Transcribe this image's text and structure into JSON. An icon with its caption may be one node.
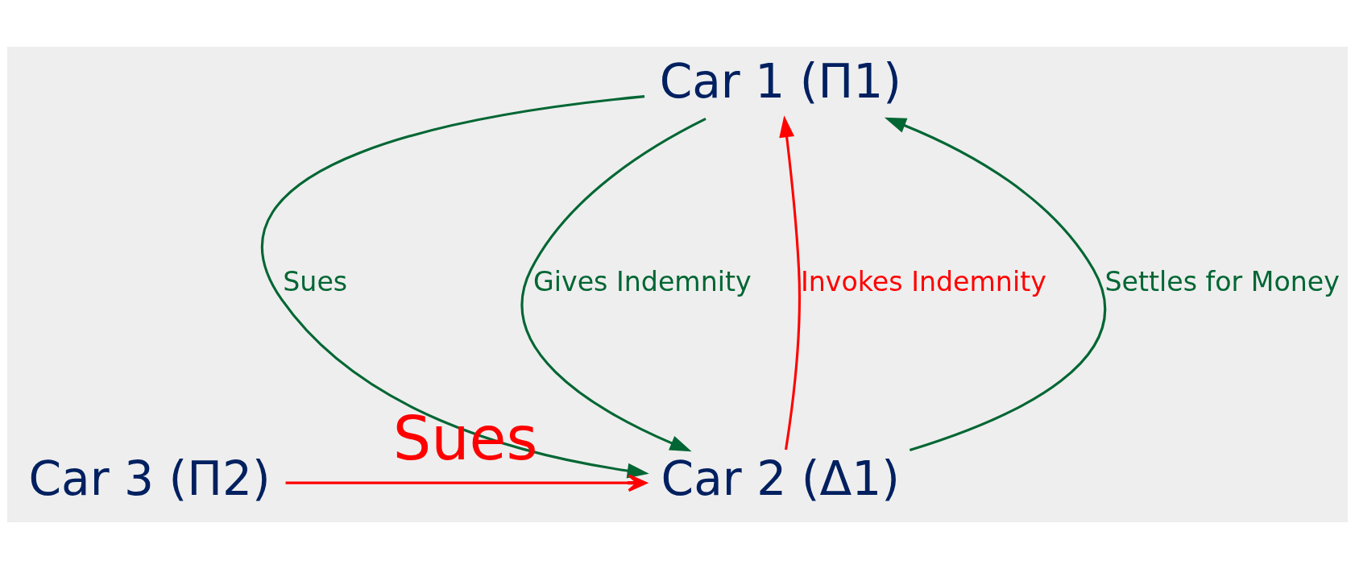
{
  "diagram": {
    "nodes": [
      {
        "text": [
          "Car 1 (Π1)"
        ]
      },
      {
        "text": [
          "Car 2 (Δ1)"
        ]
      },
      {
        "text": [
          "Car 3 (Π2)"
        ]
      }
    ],
    "edges": [
      {
        "from": 1,
        "to": 0,
        "arrow": "to",
        "label": "Invokes Indemnity",
        "color": "#ff0000"
      },
      {
        "from": 0,
        "to": 1,
        "arrow": "to",
        "label": "Sues"
      },
      {
        "from": 1,
        "to": 0,
        "arrow": "to",
        "label": "Settles for Money"
      },
      {
        "from": 0,
        "to": 1,
        "arrow": "to",
        "label": "Gives Indemnity"
      },
      {
        "from": 2,
        "to": 1,
        "arrow": "to",
        "label": "Sues",
        "color": "#ff0000"
      }
    ]
  }
}
